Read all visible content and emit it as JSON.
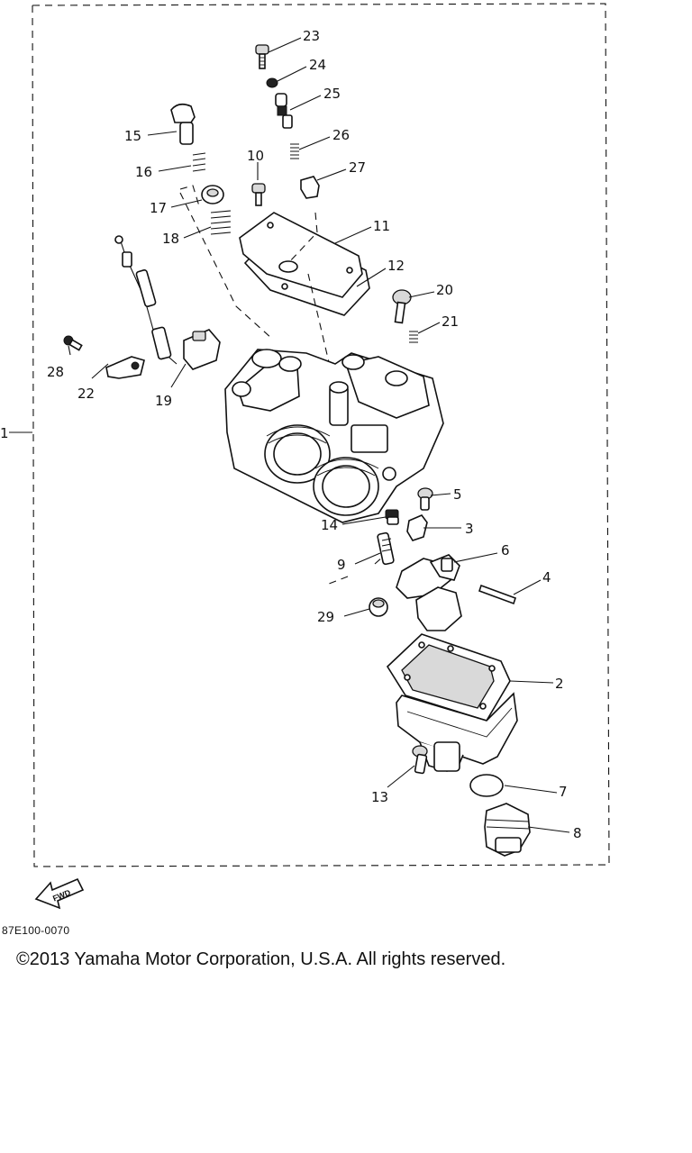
{
  "diagram": {
    "assembly_callout": "1",
    "callouts": [
      "2",
      "3",
      "4",
      "5",
      "6",
      "7",
      "8",
      "9",
      "10",
      "11",
      "12",
      "13",
      "14",
      "15",
      "16",
      "17",
      "18",
      "19",
      "20",
      "21",
      "22",
      "23",
      "24",
      "25",
      "26",
      "27",
      "28",
      "29"
    ],
    "direction_label": "FWD",
    "figure_code": "87E100-0070"
  },
  "footer": {
    "copyright": "©2013 Yamaha Motor Corporation, U.S.A. All rights reserved."
  }
}
